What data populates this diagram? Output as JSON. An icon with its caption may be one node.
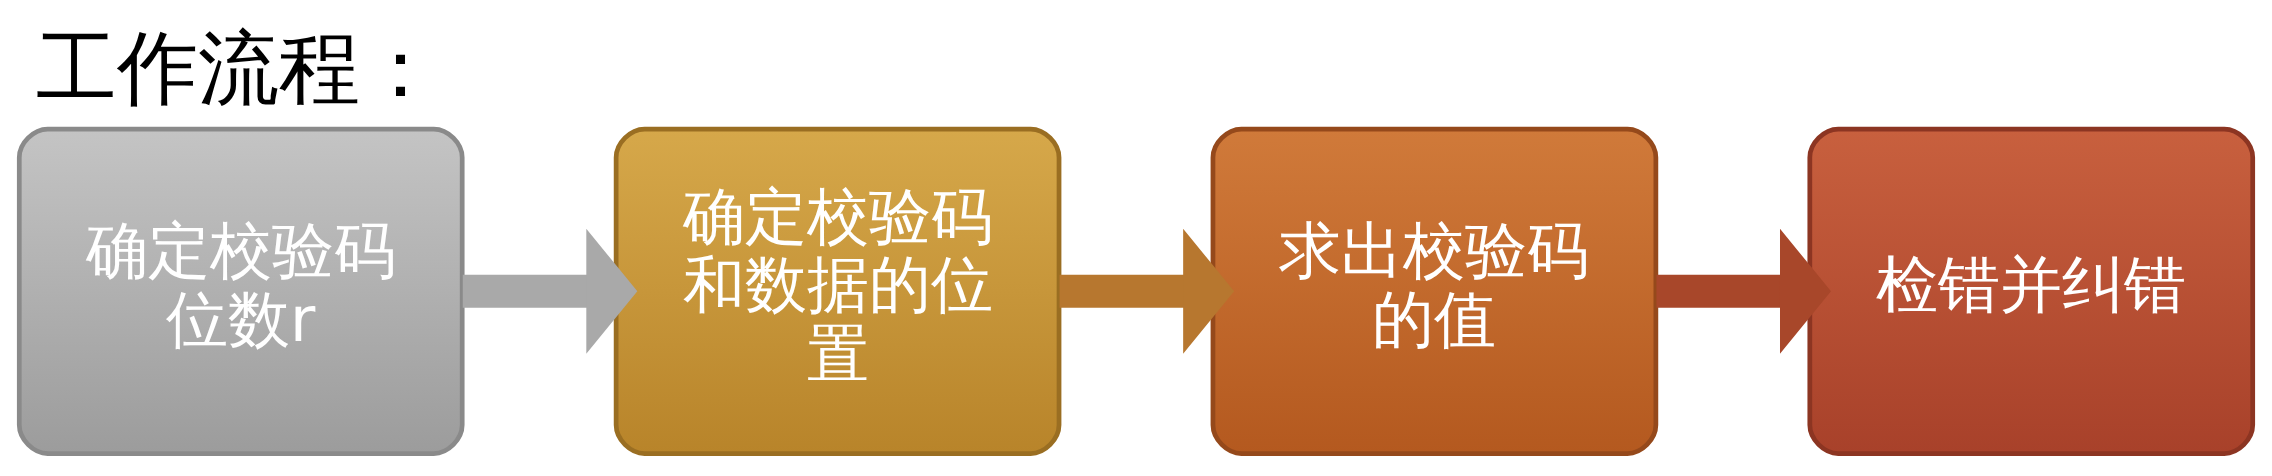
{
  "diagram": {
    "title": "工作流程：",
    "nodes": [
      {
        "text": [
          "确定校验码位数r"
        ]
      },
      {
        "text": [
          "确定校验码和数据的位置"
        ]
      },
      {
        "text": [
          "求出校验码的值"
        ]
      },
      {
        "text": [
          "检错并纠错"
        ]
      }
    ],
    "edges": [
      {
        "from": 0,
        "to": 1,
        "arrow": "to",
        "color": "#a9a9a9"
      },
      {
        "from": 1,
        "to": 2,
        "arrow": "to",
        "color": "#b7772f"
      },
      {
        "from": 2,
        "to": 3,
        "arrow": "to",
        "color": "#a8472a"
      }
    ]
  }
}
